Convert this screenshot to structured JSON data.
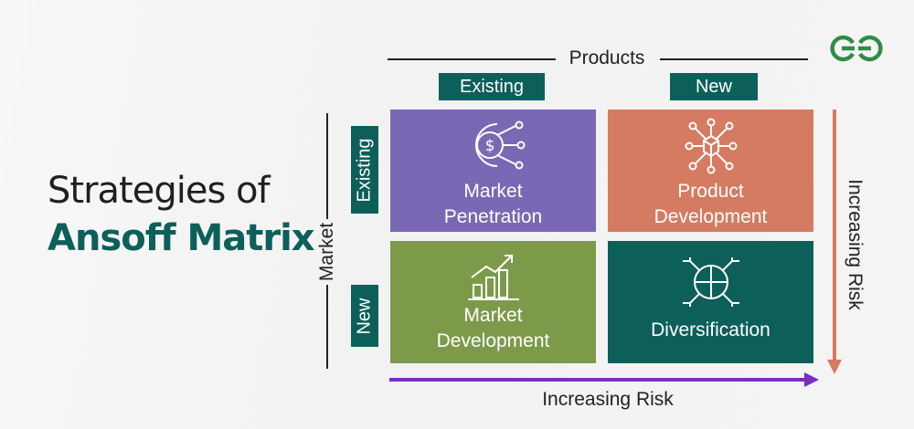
{
  "title": {
    "line1": "Strategies of",
    "line2": "Ansoff Matrix"
  },
  "products": {
    "label": "Products",
    "columns": [
      "Existing",
      "New"
    ]
  },
  "market": {
    "label": "Market",
    "rows": [
      "Existing",
      "New"
    ]
  },
  "quadrants": [
    {
      "lines": [
        "Market",
        "Penetration"
      ],
      "color": "#7a68b5",
      "icon": "coin-network-icon"
    },
    {
      "lines": [
        "Product",
        "Development"
      ],
      "color": "#d57b61",
      "icon": "box-network-icon"
    },
    {
      "lines": [
        "Market",
        "Development"
      ],
      "color": "#7c9a4a",
      "icon": "growth-bar-chart-icon"
    },
    {
      "lines": [
        "Diversification"
      ],
      "color": "#0d5f5a",
      "icon": "diversification-circle-icon"
    }
  ],
  "risk": {
    "horizontal_label": "Increasing Risk",
    "vertical_label": "Increasing Risk",
    "horizontal_color": "#7a2fc0",
    "vertical_color": "#d57b61"
  },
  "logo": {
    "icon": "gfg-logo-icon",
    "color": "#2f8d46"
  },
  "colors": {
    "teal": "#0d5f5a",
    "text": "#222222"
  }
}
